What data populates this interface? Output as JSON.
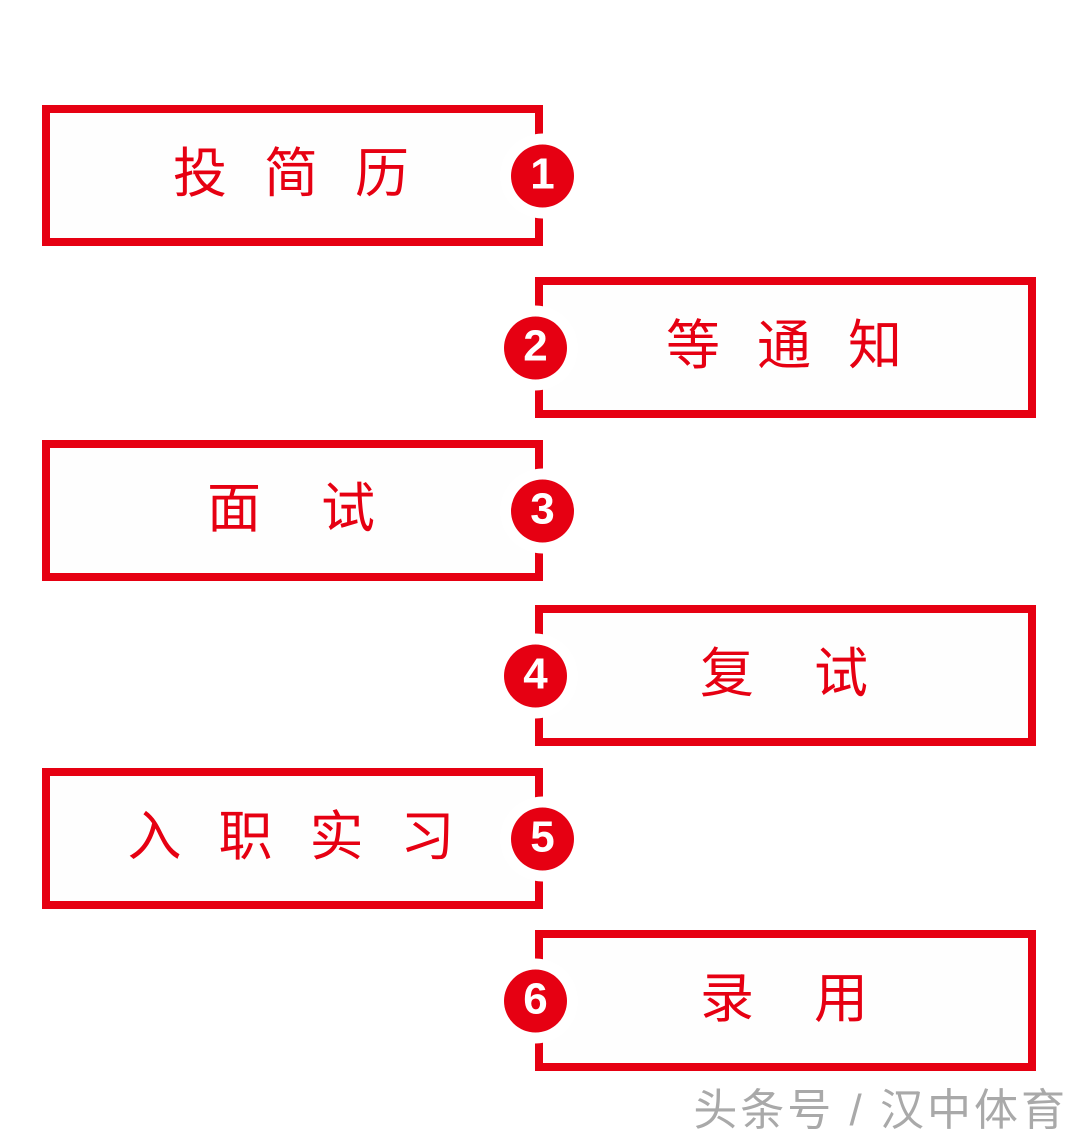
{
  "diagram": {
    "accent_color": "#E60012",
    "background_color": "#FFFFFF",
    "steps": [
      {
        "number": "1",
        "label": "投 简 历",
        "side": "left"
      },
      {
        "number": "2",
        "label": "等 通 知",
        "side": "right"
      },
      {
        "number": "3",
        "label": "面　试",
        "side": "left"
      },
      {
        "number": "4",
        "label": "复　试",
        "side": "right"
      },
      {
        "number": "5",
        "label": "入 职 实 习",
        "side": "left"
      },
      {
        "number": "6",
        "label": "录　用",
        "side": "right"
      }
    ],
    "watermark": "头条号 / 汉中体育"
  }
}
